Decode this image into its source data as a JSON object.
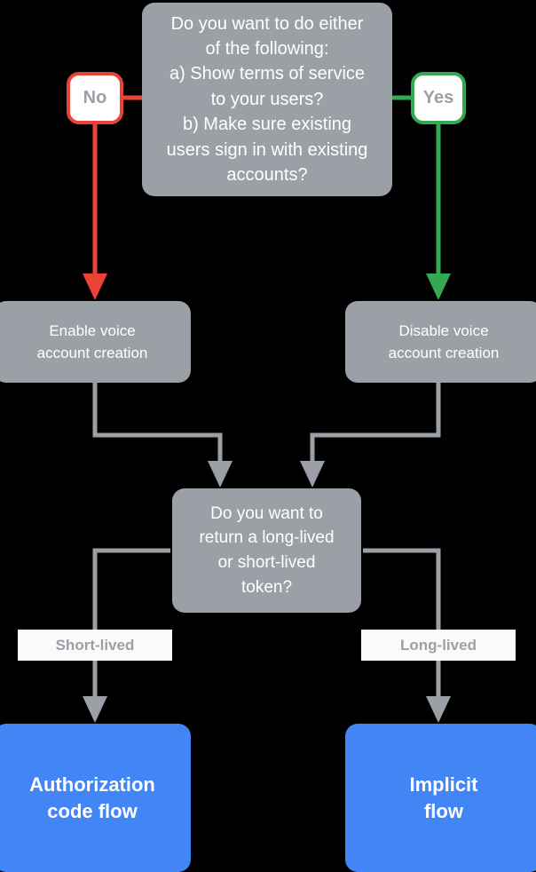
{
  "diagram": {
    "title": "Account linking flow decision chart",
    "background": "#000000",
    "colors": {
      "node_gray": "#9AA0A6",
      "node_blue": "#4285F4",
      "no_red": "#EA4335",
      "yes_green": "#34A853",
      "connector_gray": "#9AA0A6",
      "label_bg": "#FAFAFA",
      "label_text": "#9AA0A6",
      "node_text": "#FFFFFF"
    },
    "nodes": {
      "decision_1": {
        "type": "decision",
        "text": "Do you want to do either\nof the following:\na) Show terms of service\nto your users?\nb) Make sure existing\nusers sign in with existing\naccounts?"
      },
      "enable": {
        "type": "process",
        "text": "Enable voice\naccount creation"
      },
      "disable": {
        "type": "process",
        "text": "Disable voice\naccount creation"
      },
      "decision_2": {
        "type": "decision",
        "text": "Do you want to\nreturn a long-lived\nor short-lived\ntoken?"
      },
      "authorization_code_flow": {
        "type": "terminal",
        "text": "Authorization\ncode flow"
      },
      "implicit_flow": {
        "type": "terminal",
        "text": "Implicit\nflow"
      }
    },
    "badges": {
      "no": "No",
      "yes": "Yes"
    },
    "edge_labels": {
      "short_lived": "Short-lived",
      "long_lived": "Long-lived"
    }
  }
}
